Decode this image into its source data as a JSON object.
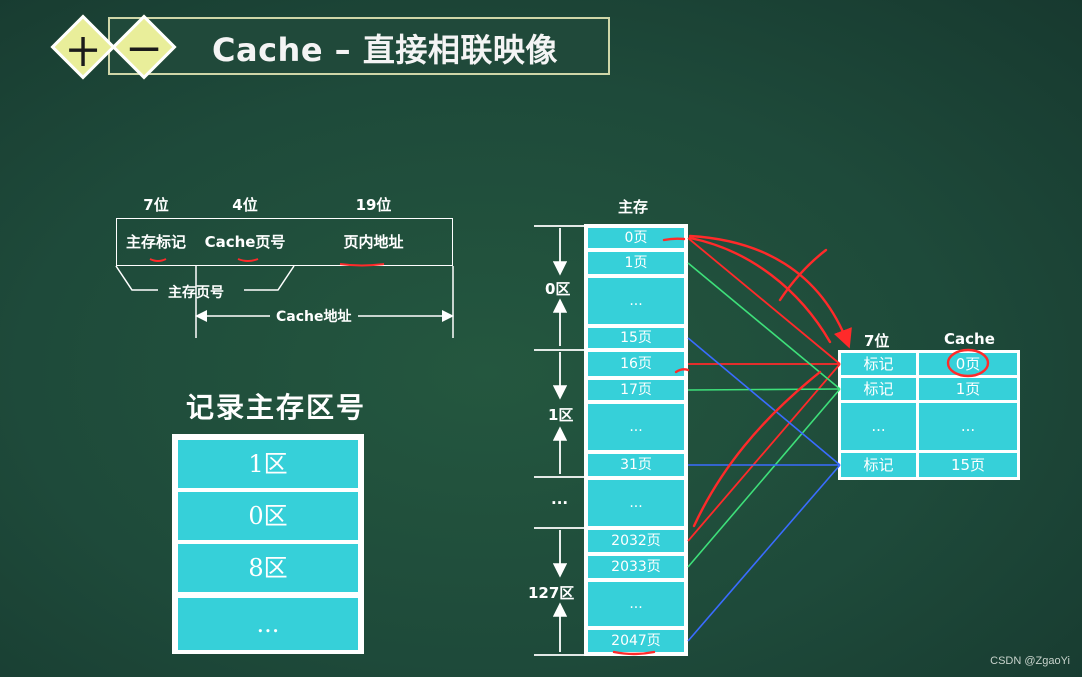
{
  "title": {
    "plus": "十",
    "minus": "一",
    "text": "Cache – 直接相联映像"
  },
  "address_format": {
    "bits": [
      "7位",
      "4位",
      "19位"
    ],
    "fields": [
      "主存标记",
      "Cache页号",
      "页内地址"
    ],
    "main_page_label": "主存页号",
    "cache_addr_label": "Cache地址"
  },
  "record": {
    "title": "记录主存区号",
    "rows": [
      "1区",
      "0区",
      "8区",
      "..."
    ]
  },
  "main_memory": {
    "title": "主存",
    "pages": [
      "0页",
      "1页",
      "...",
      "15页",
      "16页",
      "17页",
      "...",
      "31页",
      "...",
      "2032页",
      "2033页",
      "...",
      "2047页"
    ],
    "zones": [
      "0区",
      "1区",
      "...",
      "127区"
    ]
  },
  "cache": {
    "bits_label": "7位",
    "title": "Cache",
    "rows": [
      {
        "tag": "标记",
        "page": "0页"
      },
      {
        "tag": "标记",
        "page": "1页"
      },
      {
        "tag": "...",
        "page": "..."
      },
      {
        "tag": "标记",
        "page": "15页"
      }
    ]
  },
  "colors": {
    "board": "#1d4a3b",
    "cell": "#36d0d9",
    "red": "#ff2a2a",
    "green": "#3ee07a",
    "blue": "#3a6cff",
    "diamond": "#e9ee9a"
  },
  "watermark": "CSDN @ZgaoYi"
}
